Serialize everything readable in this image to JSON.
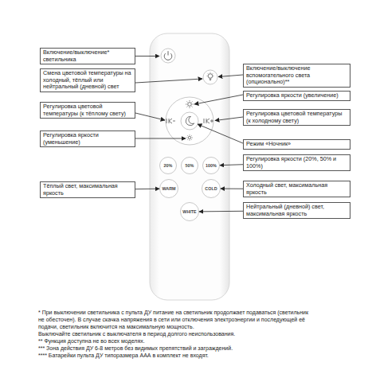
{
  "diagram": {
    "nodes": [
      {
        "text": [
          "Включение/выключение* светильника"
        ]
      },
      {
        "text": [
          "Включение/выключение вспомогательного света (опционально)**"
        ]
      },
      {
        "text": [
          "Смена цветовой температуры на холодный, тёплый или нейтральный (дневной) свет"
        ]
      },
      {
        "text": [
          "Регулировка яркости (увеличение)"
        ]
      },
      {
        "text": [
          "Регулировка цветовой температуры (к тёплому свету)"
        ]
      },
      {
        "text": [
          "Регулировка цветовой температуры (к холодному свету)"
        ]
      },
      {
        "text": [
          "Регулировка яркости (уменьшение)"
        ]
      },
      {
        "text": [
          "Режим «Ночник»"
        ]
      },
      {
        "text": [
          "Регулировка яркости (20%, 50% и 100%)"
        ]
      },
      {
        "text": [
          "20%"
        ]
      },
      {
        "text": [
          "50%"
        ]
      },
      {
        "text": [
          "100%"
        ]
      },
      {
        "text": [
          "Тёплый свет, максимальная яркость"
        ]
      },
      {
        "text": [
          "WARM"
        ]
      },
      {
        "text": [
          "COLD"
        ]
      },
      {
        "text": [
          "Холодный свет, максимальная яркость"
        ]
      },
      {
        "text": [
          "WHITE"
        ]
      },
      {
        "text": [
          "Нейтральный (дневной) свет, максимальная яркость"
        ]
      }
    ],
    "edges": [
      {
        "from": 8,
        "to": 11,
        "arrow": "to"
      },
      {
        "from": 12,
        "to": 13,
        "arrow": "to"
      },
      {
        "from": 15,
        "to": 14,
        "arrow": "to"
      },
      {
        "from": 17,
        "to": 16,
        "arrow": "to"
      }
    ],
    "labels": [
      "* При выключении светильника с пульта ДУ питание на светильник продолжает подаваться (светильник не обесточен). В случае скачка напряжения в сети или отключения электроэнергии и последующей её подачи, светильник включится на максимальную мощность.",
      "Выключайте светильник с выключателя в период долгого неиспользования.",
      "** Функция доступна не во всех моделях.",
      "*** Зона действия ДУ 6-8 метров без видимых препятствий и заграждений.",
      "**** Батарейки пульта ДУ типоразмера ААА в комплект не входят."
    ]
  }
}
